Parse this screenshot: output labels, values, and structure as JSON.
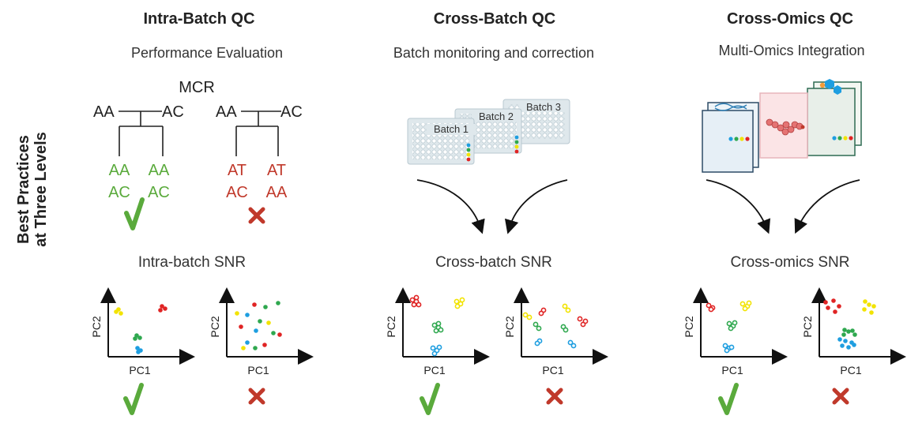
{
  "side_label": {
    "line1": "Best Practices",
    "line2": "at Three Levels"
  },
  "columns": [
    {
      "title": "Intra-Batch QC",
      "subtitle": "Performance Evaluation",
      "snr": "Intra-batch SNR"
    },
    {
      "title": "Cross-Batch QC",
      "subtitle": "Batch monitoring and correction",
      "snr": "Cross-batch SNR"
    },
    {
      "title": "Cross-Omics QC",
      "subtitle": "Multi-Omics Integration",
      "snr": "Cross-omics SNR"
    }
  ],
  "mcr": {
    "label": "MCR",
    "left_parents": [
      "AA",
      "AC"
    ],
    "right_parents": [
      "AA",
      "AC"
    ],
    "good_children": [
      "AA",
      "AA",
      "AC",
      "AC"
    ],
    "bad_children": [
      "AT",
      "AT",
      "AC",
      "AA"
    ]
  },
  "plates": [
    "Batch 1",
    "Batch 2",
    "Batch 3"
  ],
  "axes": {
    "x": "PC1",
    "y": "PC2"
  },
  "colors": {
    "good": "#5aaa3c",
    "bad": "#c0392b",
    "red": "#e02424",
    "yellow": "#f2e300",
    "green": "#2fa84f",
    "blue": "#1e9ee0"
  },
  "icons": {
    "good": "check-icon",
    "bad": "cross-icon"
  }
}
